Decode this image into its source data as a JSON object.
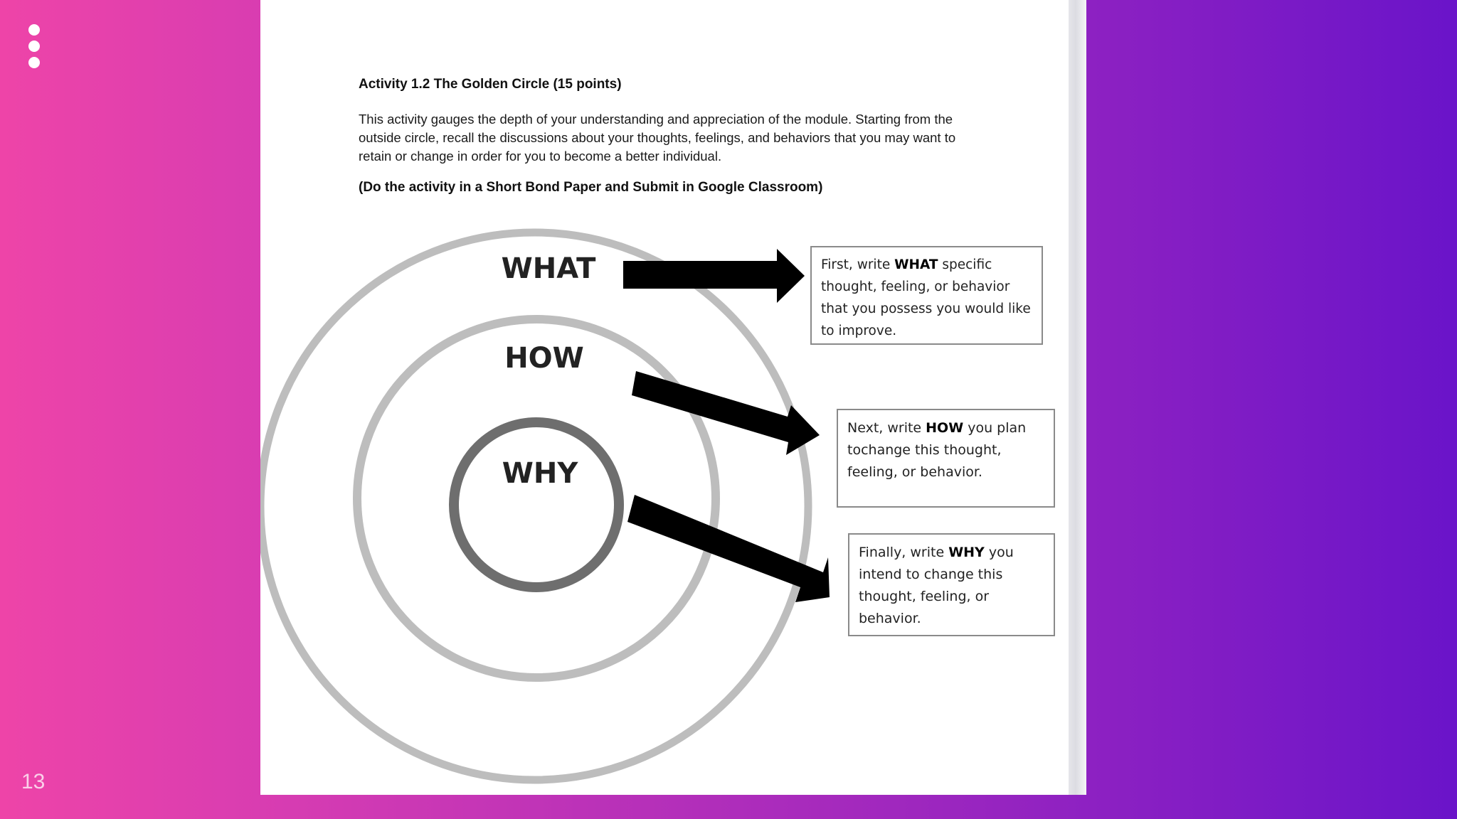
{
  "slide": {
    "page_number": "13"
  },
  "document": {
    "title": "Activity 1.2 The Golden Circle (15 points)",
    "intro": "This activity gauges the depth of your understanding and appreciation of the module. Starting from the outside circle, recall the discussions about your thoughts, feelings, and behaviors that you may want to retain or change in order for you to become a better individual.",
    "instruction": "(Do the activity in a Short Bond Paper and Submit in Google Classroom)"
  },
  "diagram": {
    "circles": {
      "what": "WHAT",
      "how": "HOW",
      "why": "WHY"
    },
    "boxes": {
      "what": {
        "pre": "First, write ",
        "keyword": "WHAT",
        "post": " specific thought, feeling, or behavior that you possess you would like to improve."
      },
      "how": {
        "pre": "Next, write ",
        "keyword": "HOW",
        "post": " you plan tochange this thought, feeling, or behavior."
      },
      "why": {
        "pre": "Finally, write ",
        "keyword": "WHY",
        "post": " you intend to change this thought, feeling, or behavior."
      }
    }
  },
  "colors": {
    "gradient_left": "#ee44a8",
    "gradient_right": "#6a14c9",
    "outer_ring": "#bdbdbd",
    "inner_ring": "#6e6e6e"
  },
  "icons": {
    "menu": "vertical-dots-icon"
  }
}
